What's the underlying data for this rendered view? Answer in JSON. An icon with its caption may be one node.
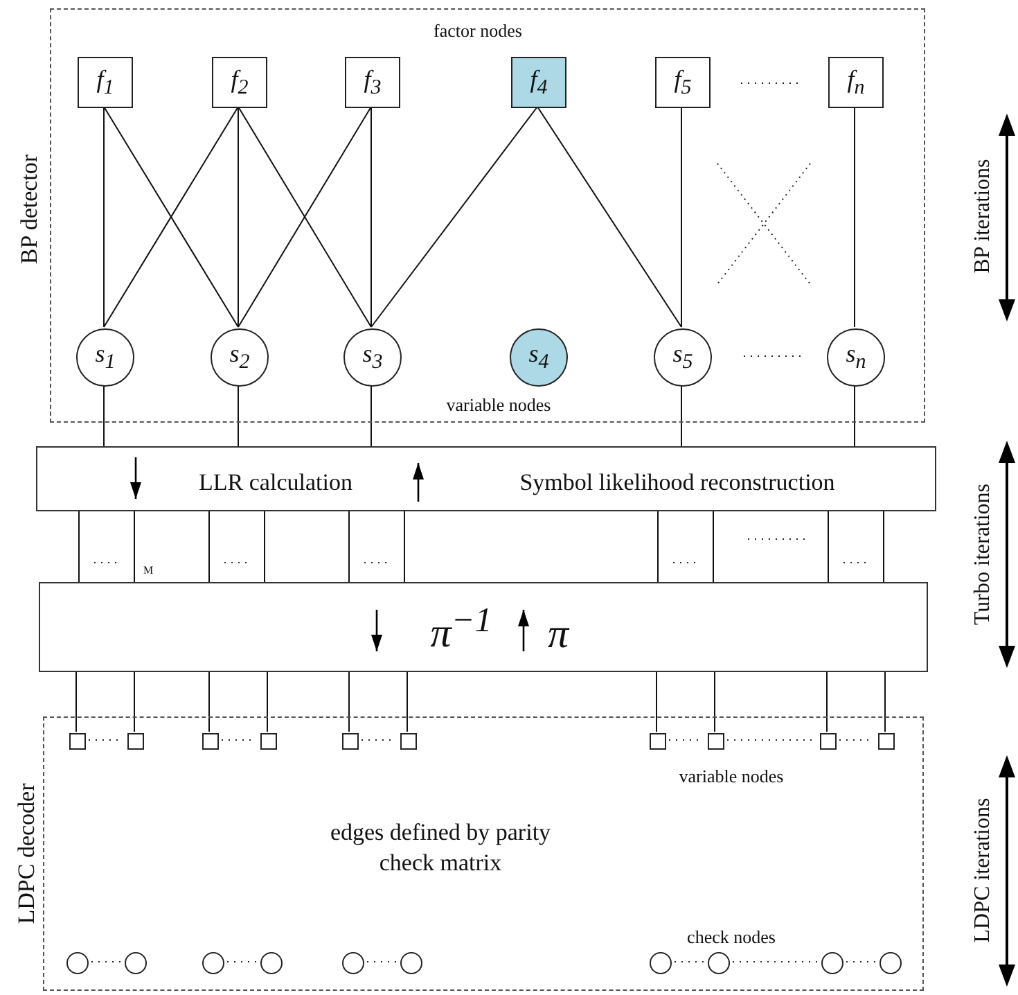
{
  "diagram": {
    "nodes": [
      {
        "text": [
          "BP detector"
        ]
      },
      {
        "text": [
          "f$_{1}$"
        ],
        "in": 0
      },
      {
        "text": [
          "f$_{2}$"
        ],
        "in": 0
      },
      {
        "text": [
          "f$_{3}$"
        ],
        "in": 0
      },
      {
        "text": [
          "f$_{4}$"
        ],
        "in": 0
      },
      {
        "text": [
          "f$_{5}$"
        ],
        "in": 0
      },
      {
        "text": [
          "f$_{n}$"
        ],
        "in": 0
      },
      {
        "text": [
          "s$_{1}$"
        ],
        "in": 0
      },
      {
        "text": [
          "s$_{2}$"
        ],
        "in": 0
      },
      {
        "text": [
          "s$_{3}$"
        ],
        "in": 0
      },
      {
        "text": [
          "s$_{4}$"
        ],
        "in": 0
      },
      {
        "text": [
          "s$_{5}$"
        ],
        "in": 0
      },
      {
        "text": [
          "s$_{n}$"
        ],
        "in": 0
      },
      {
        "text": [
          "LLR calculation",
          "Symbol likelihood reconstruction"
        ]
      },
      {
        "text": [
          "π$^{−1}$",
          "π"
        ]
      },
      {
        "text": [
          "LDPC decoder"
        ]
      },
      {
        "text": [],
        "shape": "box",
        "in": 15
      },
      {
        "text": [],
        "shape": "box",
        "in": 15
      },
      {
        "text": [],
        "shape": "box",
        "in": 15
      },
      {
        "text": [],
        "shape": "box",
        "in": 15
      },
      {
        "text": [],
        "shape": "box",
        "in": 15
      },
      {
        "text": [],
        "shape": "box",
        "in": 15
      },
      {
        "text": [],
        "shape": "box",
        "in": 15
      },
      {
        "text": [],
        "shape": "box",
        "in": 15
      },
      {
        "text": [],
        "shape": "box",
        "in": 15
      },
      {
        "text": [],
        "shape": "box",
        "in": 15
      },
      {
        "text": [],
        "shape": "circle",
        "in": 15
      },
      {
        "text": [],
        "shape": "circle",
        "in": 15
      },
      {
        "text": [],
        "shape": "circle",
        "in": 15
      },
      {
        "text": [],
        "shape": "circle",
        "in": 15
      },
      {
        "text": [],
        "shape": "circle",
        "in": 15
      },
      {
        "text": [],
        "shape": "circle",
        "in": 15
      },
      {
        "text": [],
        "shape": "circle",
        "in": 15
      },
      {
        "text": [],
        "shape": "circle",
        "in": 15
      },
      {
        "text": [],
        "shape": "circle",
        "in": 15
      },
      {
        "text": [],
        "shape": "circle",
        "in": 15
      }
    ],
    "edges": [
      {
        "from": 1,
        "to": 7,
        "arrow": "none"
      },
      {
        "from": 1,
        "to": 8,
        "arrow": "none"
      },
      {
        "from": 2,
        "to": 7,
        "arrow": "none"
      },
      {
        "from": 2,
        "to": 8,
        "arrow": "none"
      },
      {
        "from": 2,
        "to": 9,
        "arrow": "none"
      },
      {
        "from": 3,
        "to": 8,
        "arrow": "none"
      },
      {
        "from": 3,
        "to": 9,
        "arrow": "none"
      },
      {
        "from": 4,
        "to": 9,
        "arrow": "none"
      },
      {
        "from": 4,
        "to": 11,
        "arrow": "none"
      },
      {
        "from": 5,
        "to": 11,
        "arrow": "none"
      },
      {
        "from": 6,
        "to": 12,
        "arrow": "none"
      },
      {
        "from": 7,
        "to": 13,
        "arrow": "none"
      },
      {
        "from": 8,
        "to": 13,
        "arrow": "none"
      },
      {
        "from": 9,
        "to": 13,
        "arrow": "none"
      },
      {
        "from": 11,
        "to": 13,
        "arrow": "none"
      },
      {
        "from": 12,
        "to": 13,
        "arrow": "none"
      },
      {
        "from": 13,
        "to": 14,
        "arrow": "none"
      },
      {
        "from": 13,
        "to": 14,
        "arrow": "none"
      },
      {
        "from": 13,
        "to": 14,
        "arrow": "none"
      },
      {
        "from": 13,
        "to": 14,
        "arrow": "none"
      },
      {
        "from": 13,
        "to": 14,
        "arrow": "none"
      },
      {
        "from": 13,
        "to": 14,
        "arrow": "none"
      },
      {
        "from": 13,
        "to": 14,
        "arrow": "none"
      },
      {
        "from": 13,
        "to": 14,
        "arrow": "none"
      },
      {
        "from": 13,
        "to": 14,
        "arrow": "none"
      },
      {
        "from": 13,
        "to": 14,
        "arrow": "none"
      },
      {
        "from": 14,
        "to": 16,
        "arrow": "none"
      },
      {
        "from": 14,
        "to": 17,
        "arrow": "none"
      },
      {
        "from": 14,
        "to": 18,
        "arrow": "none"
      },
      {
        "from": 14,
        "to": 19,
        "arrow": "none"
      },
      {
        "from": 14,
        "to": 20,
        "arrow": "none"
      },
      {
        "from": 14,
        "to": 21,
        "arrow": "none"
      },
      {
        "from": 14,
        "to": 22,
        "arrow": "none"
      },
      {
        "from": 14,
        "to": 23,
        "arrow": "none"
      },
      {
        "from": 14,
        "to": 24,
        "arrow": "none"
      },
      {
        "from": 14,
        "to": 25,
        "arrow": "none"
      }
    ],
    "labels": [
      "factor nodes",
      "variable nodes",
      "BP iterations",
      "M",
      "Turbo iterations",
      "variable nodes",
      "edges defined by parity check matrix",
      "LDPC iterations",
      "check nodes"
    ]
  }
}
